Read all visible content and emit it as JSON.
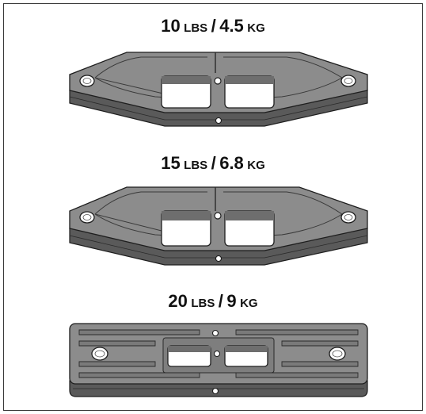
{
  "weights": [
    {
      "value": "10",
      "unit_imperial": "LBS",
      "separator": "/",
      "metric_value": "4.5",
      "unit_metric": "KG",
      "shape": "hexagonal"
    },
    {
      "value": "15",
      "unit_imperial": "LBS",
      "separator": "/",
      "metric_value": "6.8",
      "unit_metric": "KG",
      "shape": "hexagonal"
    },
    {
      "value": "20",
      "unit_imperial": "LBS",
      "separator": "/",
      "metric_value": "9",
      "unit_metric": "KG",
      "shape": "rectangular"
    }
  ],
  "colors": {
    "plate_top": "#8c8c8c",
    "plate_side": "#5a5a5a",
    "plate_outline": "#1e1e1e",
    "frame_border": "#3a3a3a",
    "text": "#111111"
  }
}
